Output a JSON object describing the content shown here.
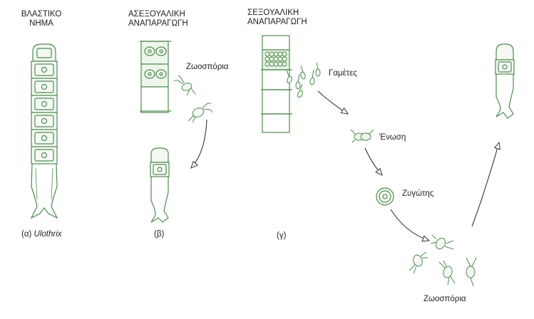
{
  "headings": {
    "filament_line1": "ΒΛΑΣΤΙΚΟ",
    "filament_line2": "ΝΗΜΑ",
    "asexual_line1": "ΑΣΕΞΟΥΑΛΙΚΗ",
    "asexual_line2": "ΑΝΑΠΑΡΑΓΩΓΗ",
    "sexual_line1": "ΣΕΞΟΥΑΛΙΚΗ",
    "sexual_line2": "ΑΝΑΠΑΡΑΓΩΓΗ"
  },
  "labels": {
    "zoospores_top": "Ζωοσπόρια",
    "gametes": "Γαμέτες",
    "fusion": "Ένωση",
    "zygote": "Ζυγώτης",
    "zoospores_bottom": "Ζωοσπόρια"
  },
  "captions": {
    "a_prefix": "(α) ",
    "a_genus": "Ulothrix",
    "b": "(β)",
    "c": "(γ)"
  },
  "colors": {
    "cell_outline": "#4f8a4f",
    "text": "#222222",
    "arrow": "#333333"
  }
}
